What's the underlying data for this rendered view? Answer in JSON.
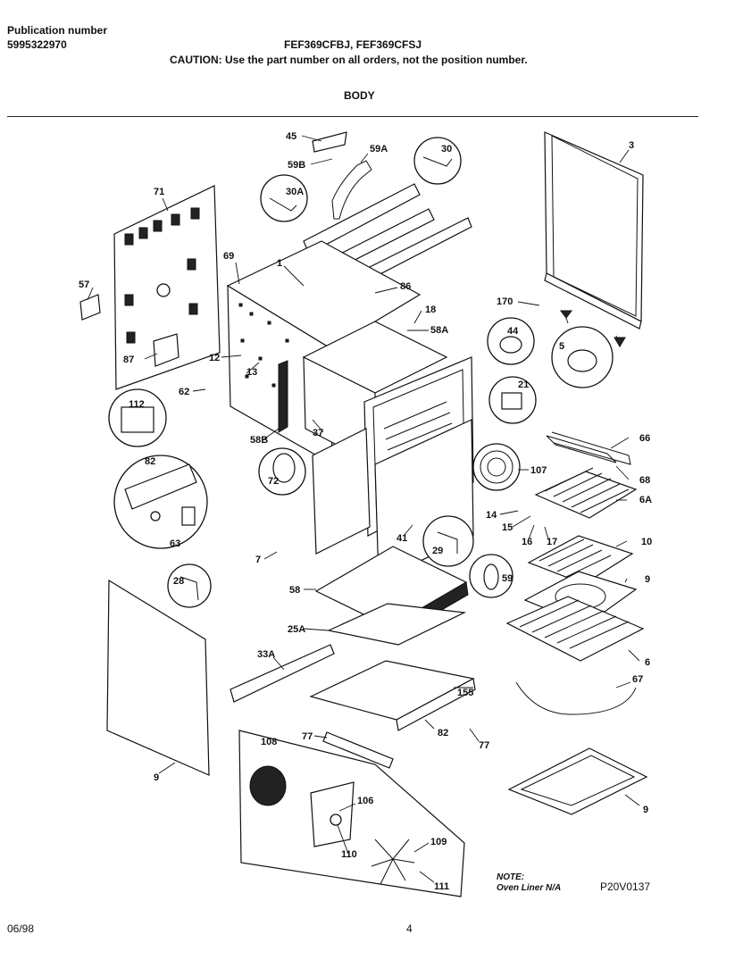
{
  "header": {
    "publication_label": "Publication number",
    "publication_number": "5995322970",
    "models": "FEF369CFBJ, FEF369CFSJ",
    "caution": "CAUTION:  Use the part number on all orders, not the position number.",
    "section": "BODY"
  },
  "footer": {
    "date": "06/98",
    "page": "4",
    "note_title": "NOTE:",
    "note_text": "Oven Liner N/A",
    "drawing_code": "P20V0137"
  },
  "parts": {
    "p45": "45",
    "p59a": "59A",
    "p30": "30",
    "p59b": "59B",
    "p30a": "30A",
    "p71": "71",
    "p3_top": "3",
    "p57": "57",
    "p69": "69",
    "p1": "1",
    "p86": "86",
    "p18": "18",
    "p170": "170",
    "p44": "44",
    "p5": "5",
    "p58a": "58A",
    "p87": "87",
    "p12": "12",
    "p13": "13",
    "p21": "21",
    "p112": "112",
    "p62": "62",
    "p58b": "58B",
    "p37": "37",
    "p66": "66",
    "p68": "68",
    "p6a": "6A",
    "p82": "82",
    "p72": "72",
    "p107": "107",
    "p63": "63",
    "p14": "14",
    "p15": "15",
    "p16": "16",
    "p17": "17",
    "p7": "7",
    "p41": "41",
    "p29": "29",
    "p10": "10",
    "p28": "28",
    "p58": "58",
    "p59": "59",
    "p9_rack": "9",
    "p25a": "25A",
    "p6": "6",
    "p33a": "33A",
    "p67": "67",
    "p155": "155",
    "p9_side": "9",
    "p82_bottom": "82",
    "p77_a": "77",
    "p77_b": "77",
    "p108": "108",
    "p106": "106",
    "p9_door": "9",
    "p110": "110",
    "p109": "109",
    "p111": "111"
  }
}
